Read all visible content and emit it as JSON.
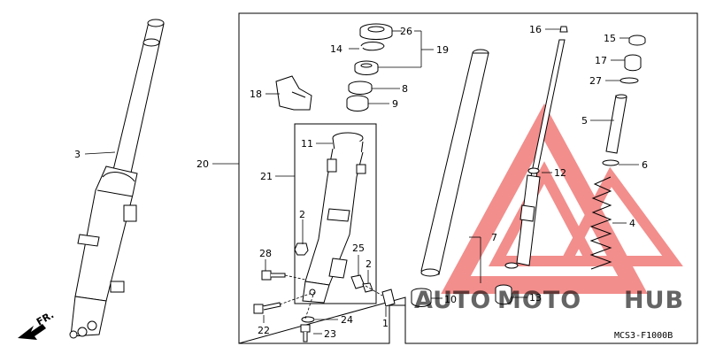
{
  "diagram": {
    "labels": {
      "p1": "1",
      "p2a": "2",
      "p2b": "2",
      "p3": "3",
      "p4": "4",
      "p5": "5",
      "p6": "6",
      "p7": "7",
      "p8": "8",
      "p9": "9",
      "p10": "10",
      "p11": "11",
      "p12": "12",
      "p13": "13",
      "p14": "14",
      "p15": "15",
      "p16": "16",
      "p17": "17",
      "p18": "18",
      "p19": "19",
      "p20": "20",
      "p21": "21",
      "p22": "22",
      "p23": "23",
      "p24": "24",
      "p25": "25",
      "p26": "26",
      "p27": "27",
      "p28": "28"
    },
    "direction_label": "FR.",
    "code": "MCS3-F1000B"
  },
  "watermark": {
    "text_a": "AUTO",
    "text_b": "MOTO",
    "text_c": "HUB",
    "color_red": "#e8322f",
    "color_grey": "#8a8a8a"
  }
}
